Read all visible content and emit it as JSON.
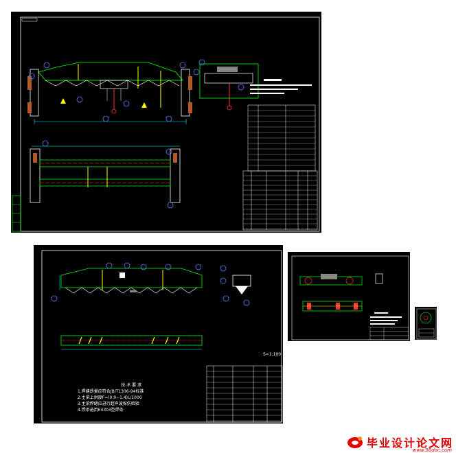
{
  "sheets": {
    "main_assembly": {
      "name": "main-assembly-sheet"
    },
    "bridge_girder": {
      "notes_title": "技 术 要 求",
      "notes": [
        "1.焊缝质量应符合JB/T1306-94标准",
        "2.主梁上拱度F=(0.9~1.4)L/1000",
        "3.主梁焊缝应进行超声波探伤检验",
        "4.焊条选用E4303型焊条"
      ],
      "scale_label": "S=1:100"
    },
    "trolley": {
      "name": "trolley-sheet"
    },
    "detail": {
      "name": "detail-sheet"
    }
  },
  "watermark": {
    "title": "毕业设计论文网",
    "url": "www.56doc.com"
  },
  "colors": {
    "line": "#ffffff",
    "geometry": "#00ff00",
    "centerline": "#ffff00",
    "dimension": "#00ffff",
    "callout": "#5a7bff",
    "hook": "#ff3030",
    "watermark": "#e00000"
  }
}
